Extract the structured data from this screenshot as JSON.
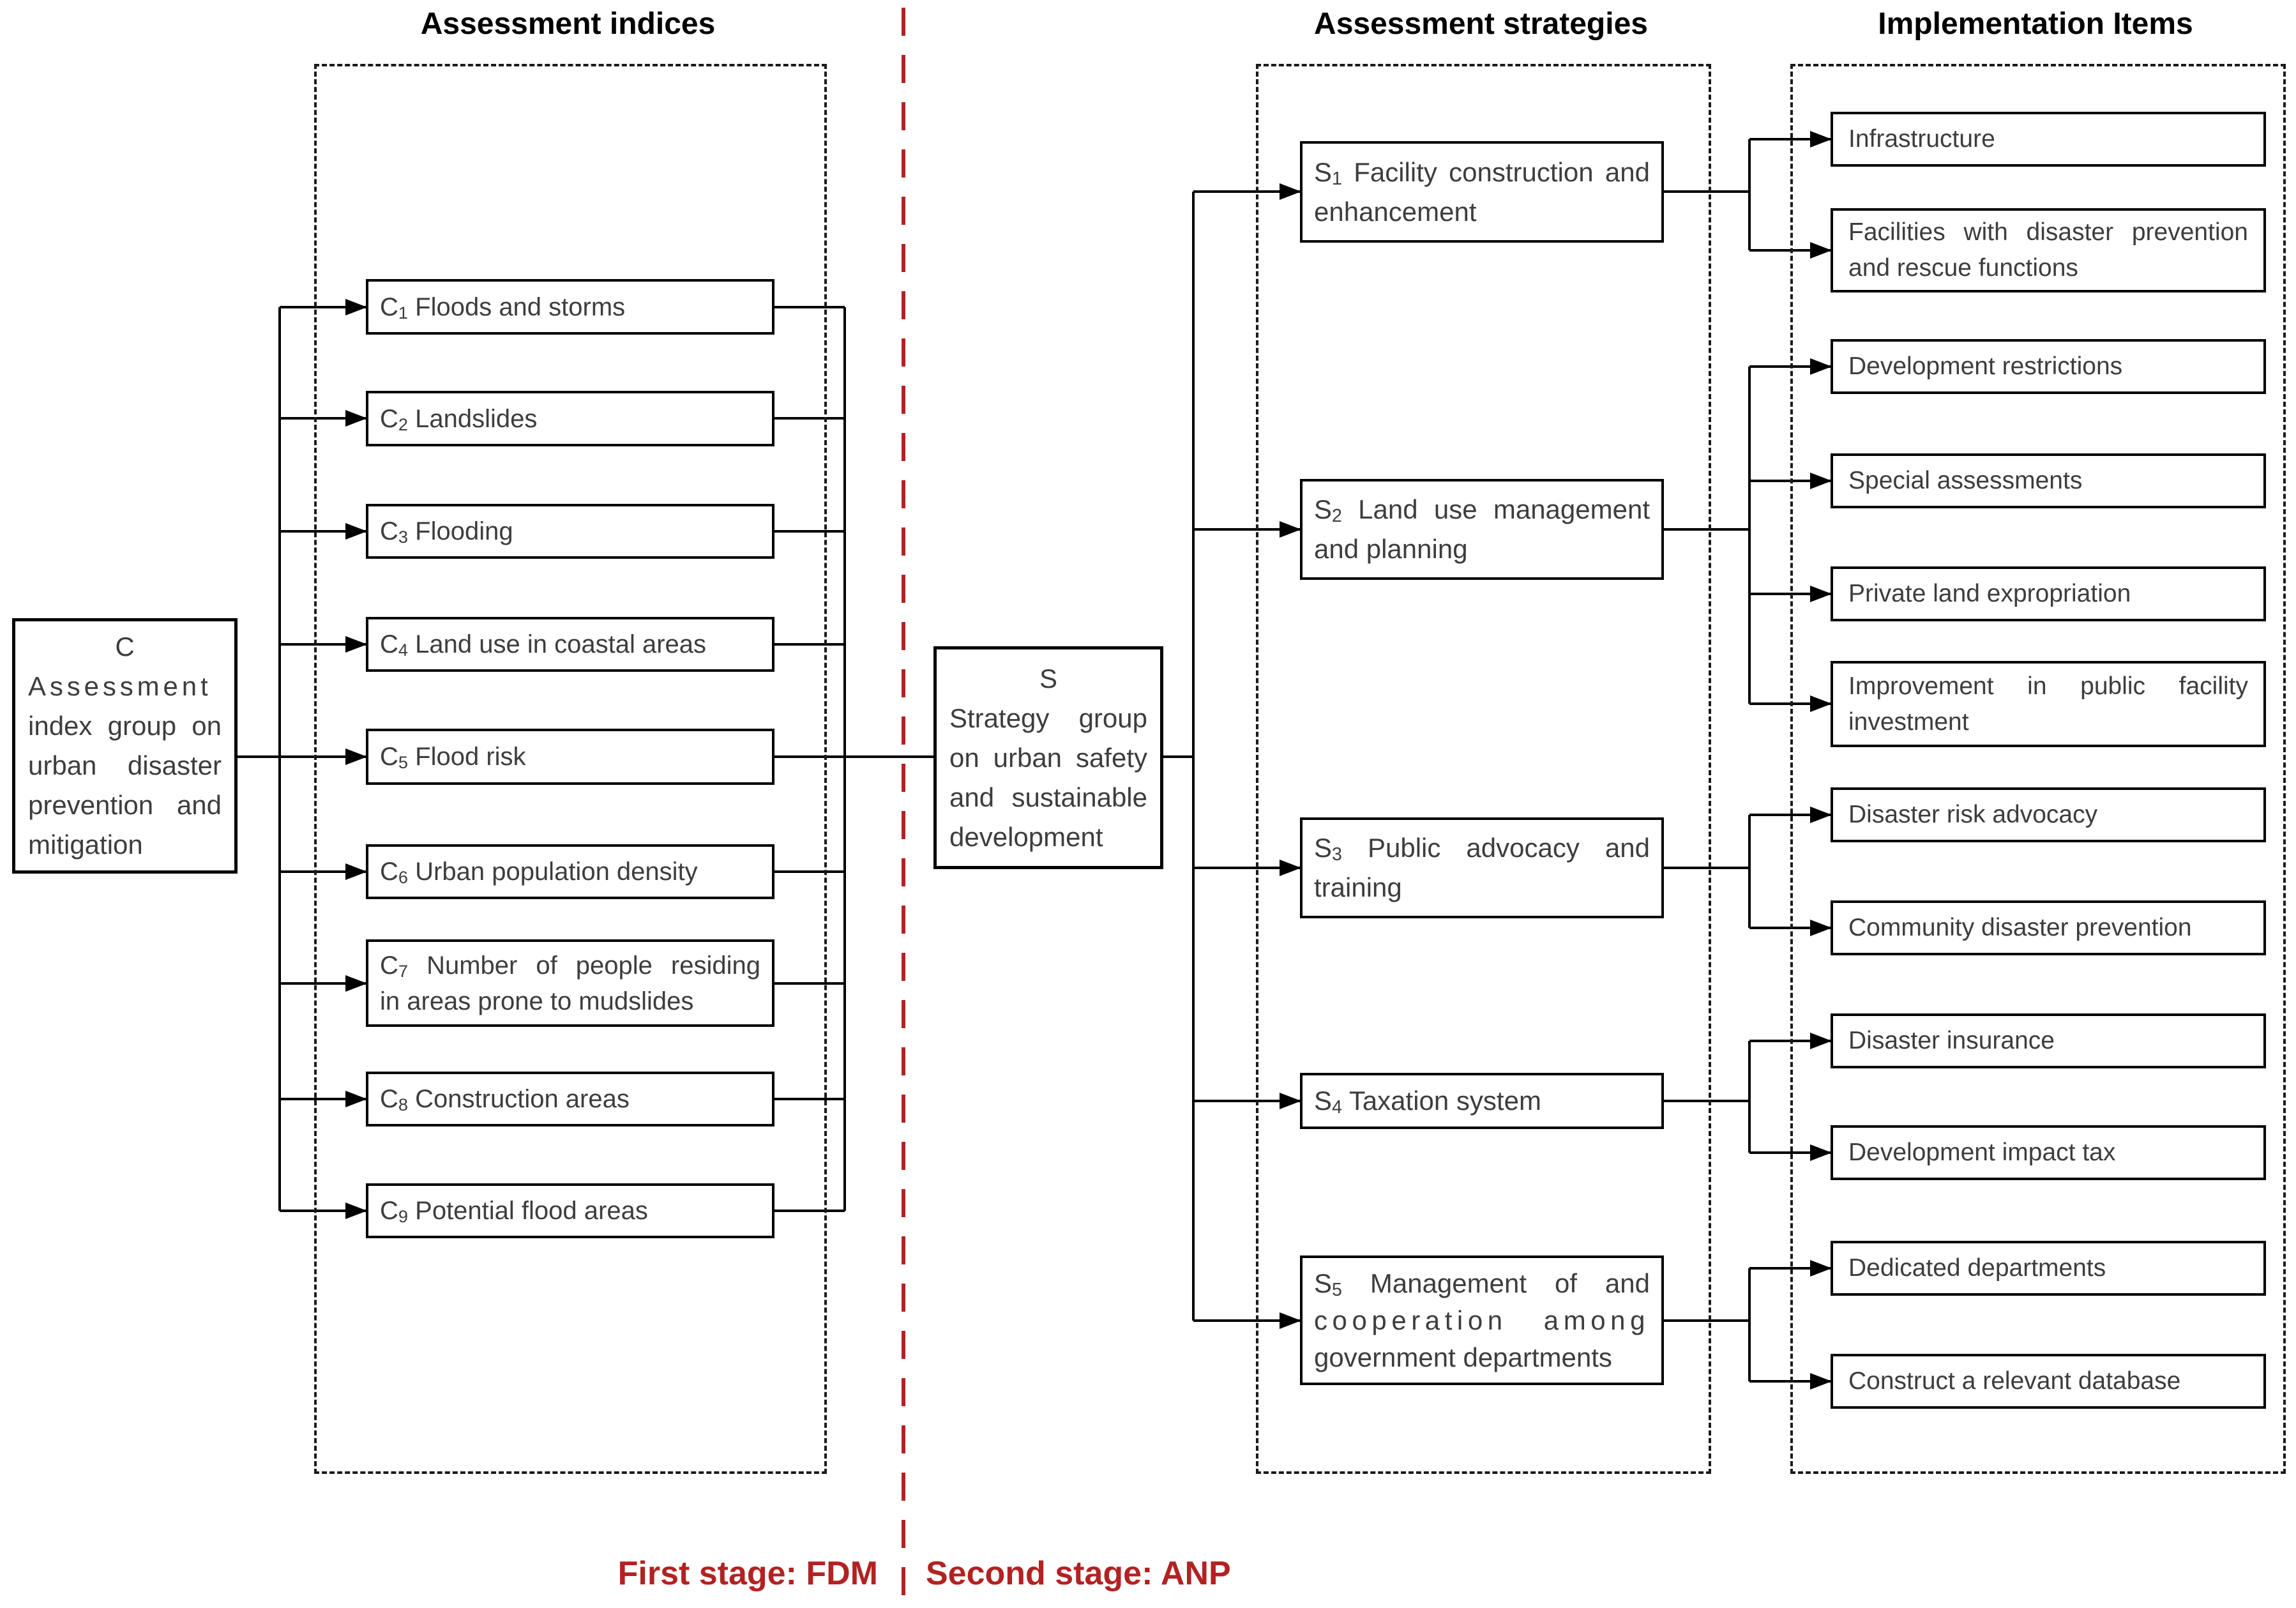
{
  "headers": {
    "indices": "Assessment indices",
    "strategies": "Assessment strategies",
    "implementation": "Implementation Items"
  },
  "group_c": {
    "code": "C",
    "line1": "Assessment",
    "line2": "index group on",
    "line3": "urban disaster",
    "line4": "prevention and",
    "line5": "mitigation"
  },
  "group_s": {
    "code": "S",
    "line1": "Strategy group",
    "line2": "on urban safety",
    "line3": "and sustainable",
    "line4": "development"
  },
  "indices": [
    {
      "code": "C",
      "sub": "1",
      "label": "Floods and storms"
    },
    {
      "code": "C",
      "sub": "2",
      "label": "Landslides"
    },
    {
      "code": "C",
      "sub": "3",
      "label": "Flooding"
    },
    {
      "code": "C",
      "sub": "4",
      "label": "Land use in coastal areas"
    },
    {
      "code": "C",
      "sub": "5",
      "label": "Flood risk"
    },
    {
      "code": "C",
      "sub": "6",
      "label": "Urban population density"
    },
    {
      "code": "C",
      "sub": "7",
      "line1": "Number of people residing",
      "line2": "in areas prone to mudslides"
    },
    {
      "code": "C",
      "sub": "8",
      "label": "Construction areas"
    },
    {
      "code": "C",
      "sub": "9",
      "label": "Potential flood areas"
    }
  ],
  "strategies": [
    {
      "code": "S",
      "sub": "1",
      "line1": "Facility construction and",
      "line2": "enhancement"
    },
    {
      "code": "S",
      "sub": "2",
      "line1": "Land use management",
      "line2": "and planning"
    },
    {
      "code": "S",
      "sub": "3",
      "line1": "Public advocacy and",
      "line2": "training"
    },
    {
      "code": "S",
      "sub": "4",
      "label": "Taxation system"
    },
    {
      "code": "S",
      "sub": "5",
      "line1": "Management of and",
      "line2": "cooperation among",
      "line3": "government departments"
    }
  ],
  "implementation": [
    {
      "label": "Infrastructure"
    },
    {
      "line1": "Facilities with disaster prevention",
      "line2": "and rescue functions"
    },
    {
      "label": "Development restrictions"
    },
    {
      "label": "Special assessments"
    },
    {
      "label": "Private land expropriation"
    },
    {
      "line1": "Improvement in public facility",
      "line2": "investment"
    },
    {
      "label": "Disaster risk advocacy"
    },
    {
      "label": "Community disaster prevention"
    },
    {
      "label": "Disaster insurance"
    },
    {
      "label": "Development impact tax"
    },
    {
      "label": "Dedicated departments"
    },
    {
      "label": "Construct a relevant database"
    }
  ],
  "stages": {
    "first": "First stage: FDM",
    "second": "Second stage: ANP"
  },
  "colors": {
    "stage_accent": "#b22222",
    "line": "#000000"
  }
}
